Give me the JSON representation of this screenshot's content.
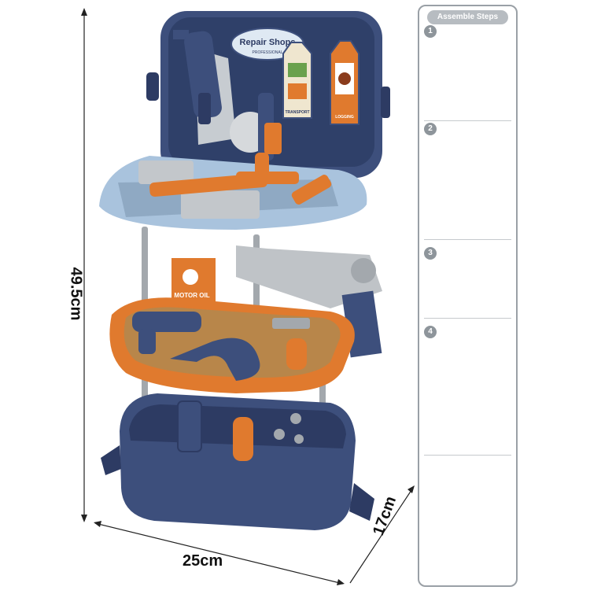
{
  "product": {
    "brand_sign": "Repair Shops",
    "brand_subtitle": "PROFESSIONAL",
    "tag_left": "TRANSPORT",
    "tag_right": "LOGGING",
    "motor_box": "MOTOR OIL",
    "colors": {
      "navy": "#3d4f7c",
      "navy_dark": "#2d3b63",
      "orange": "#e07a2e",
      "light_blue": "#a9c3dd",
      "gray": "#a3a8ad"
    }
  },
  "dimensions": {
    "height": "49.5cm",
    "width": "25cm",
    "depth": "17cm"
  },
  "assembly": {
    "title": "Assemble Steps",
    "steps": [
      {
        "number": "1"
      },
      {
        "number": "2"
      },
      {
        "number": "3"
      },
      {
        "number": "4"
      }
    ]
  }
}
